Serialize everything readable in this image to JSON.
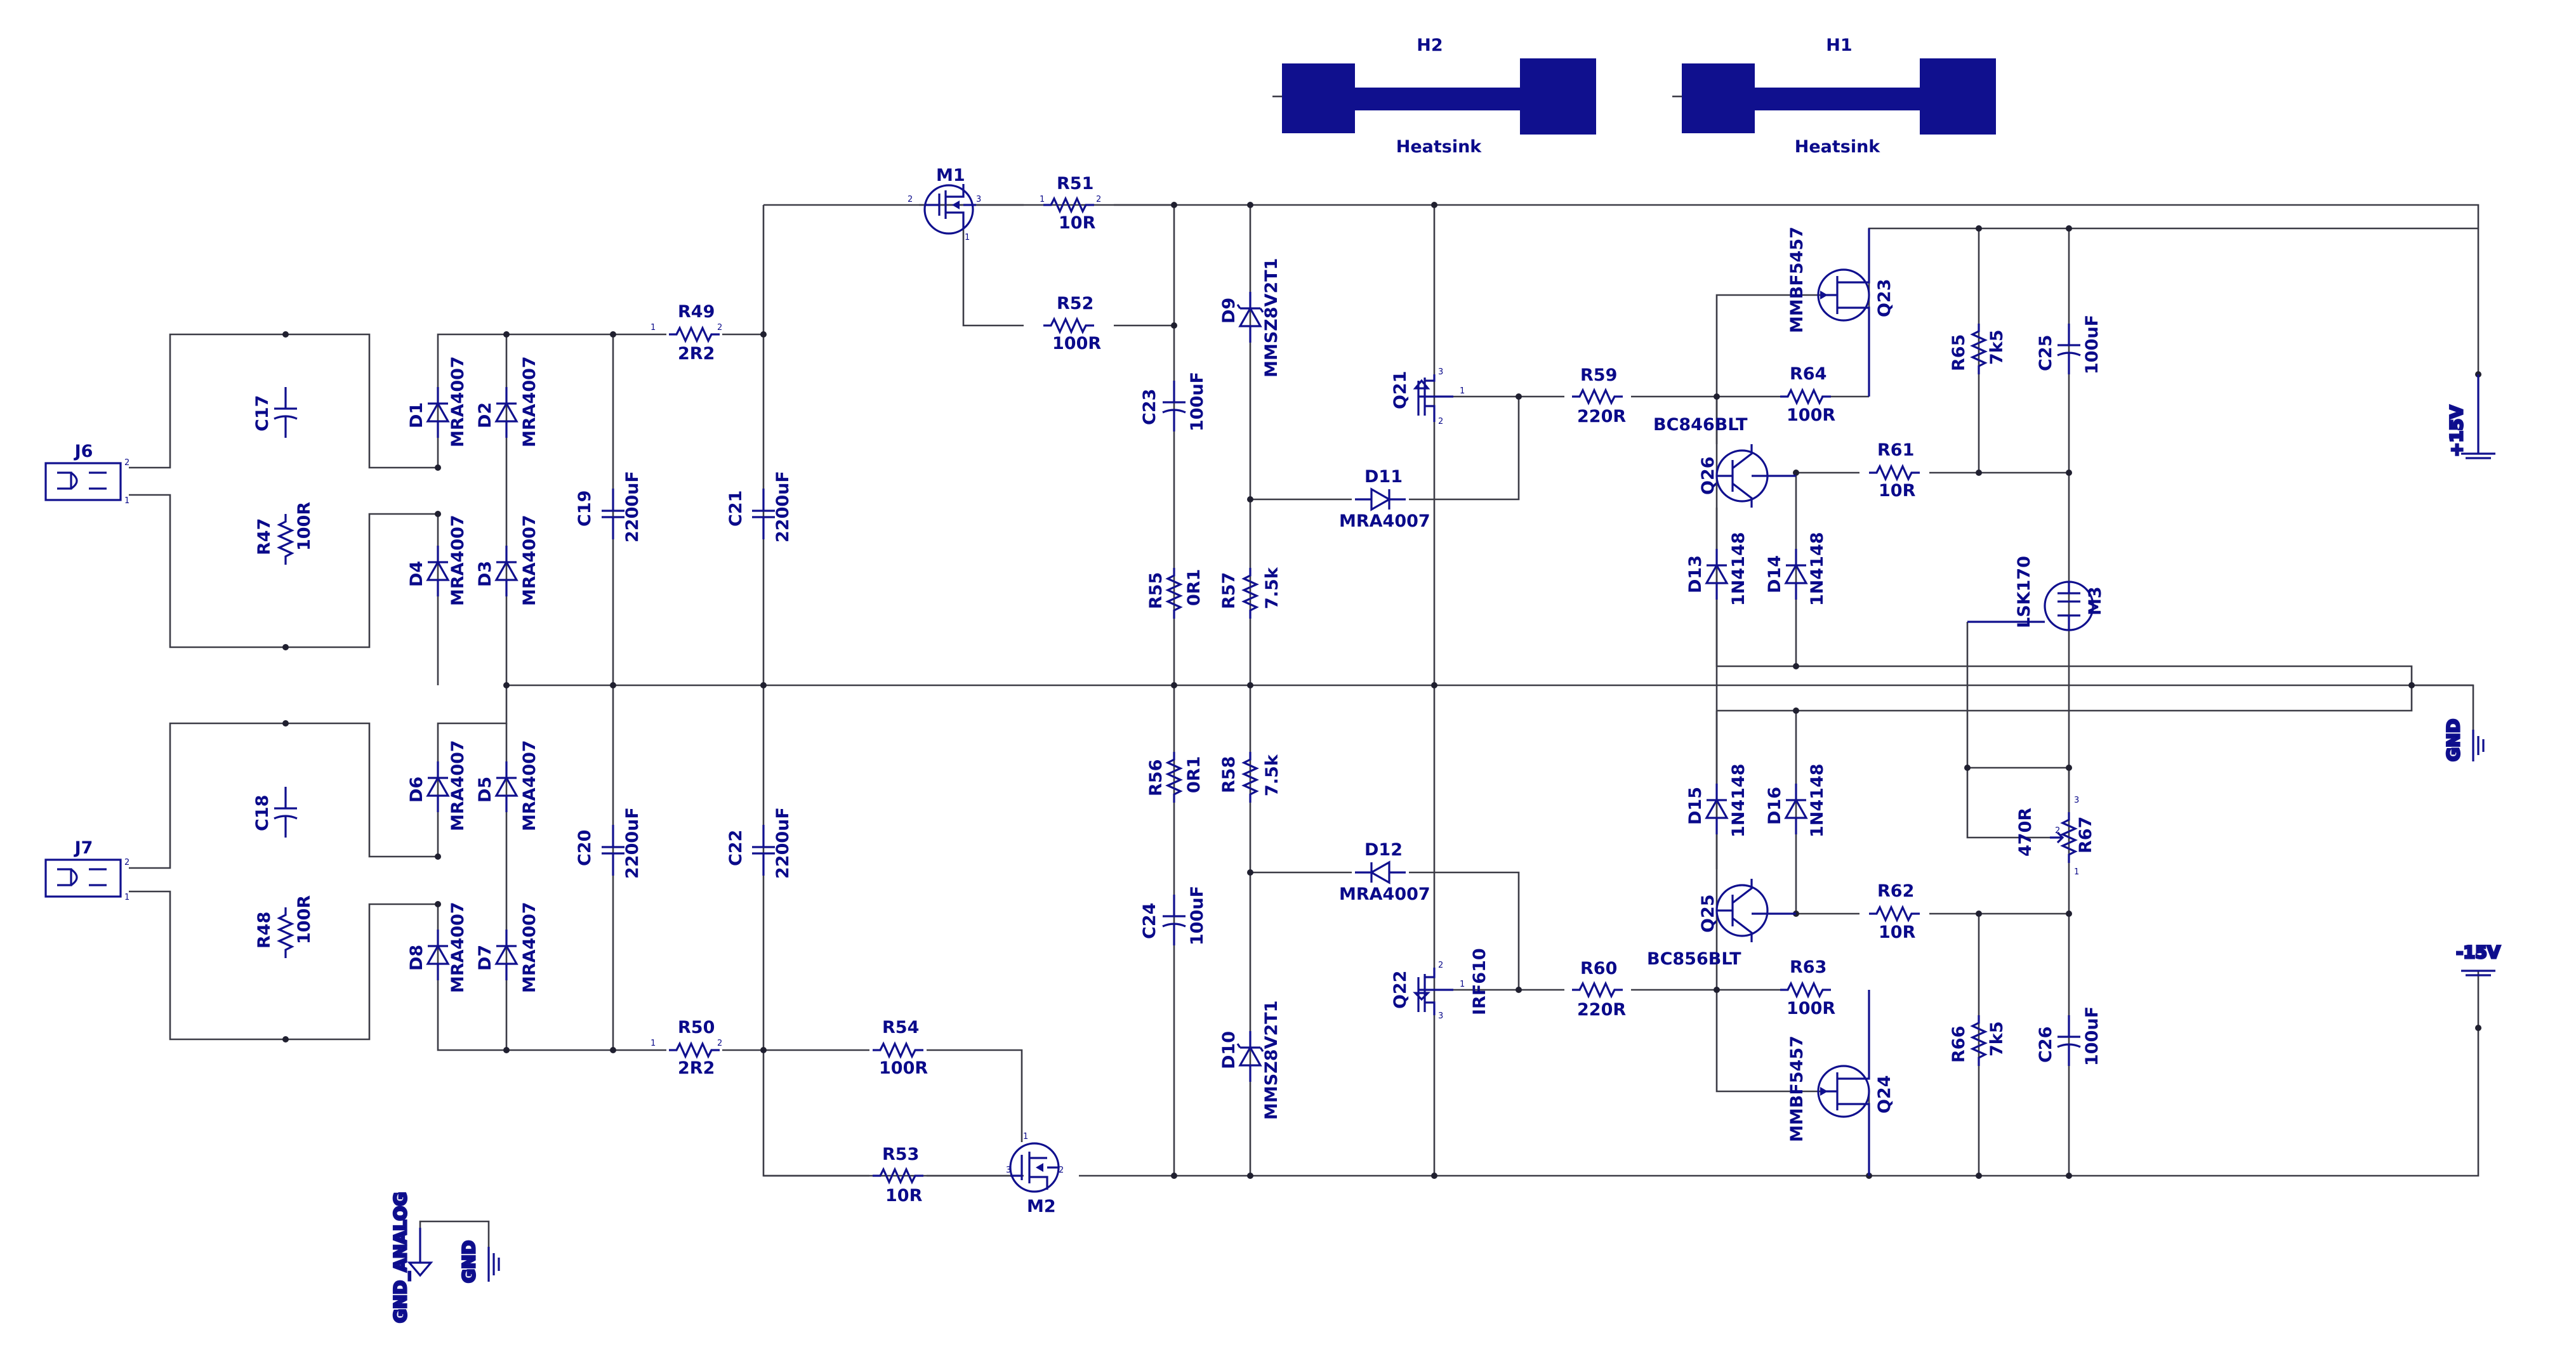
{
  "colors": {
    "wire": "#3c3c46",
    "component": "#10108e",
    "text": "#0a0a8a",
    "background": "#ffffff"
  },
  "heatsinks": [
    {
      "ref": "H2",
      "value": "Heatsink"
    },
    {
      "ref": "H1",
      "value": "Heatsink"
    }
  ],
  "connectors": [
    {
      "ref": "J6"
    },
    {
      "ref": "J7"
    }
  ],
  "resistors": [
    {
      "ref": "R47",
      "value": "100R"
    },
    {
      "ref": "R48",
      "value": "100R"
    },
    {
      "ref": "R49",
      "value": "2R2"
    },
    {
      "ref": "R50",
      "value": "2R2"
    },
    {
      "ref": "R51",
      "value": "10R"
    },
    {
      "ref": "R52",
      "value": "100R"
    },
    {
      "ref": "R53",
      "value": "10R"
    },
    {
      "ref": "R54",
      "value": "100R"
    },
    {
      "ref": "R55",
      "value": "0R1"
    },
    {
      "ref": "R56",
      "value": "0R1"
    },
    {
      "ref": "R57",
      "value": "7.5k"
    },
    {
      "ref": "R58",
      "value": "7.5k"
    },
    {
      "ref": "R59",
      "value": "220R"
    },
    {
      "ref": "R60",
      "value": "220R"
    },
    {
      "ref": "R61",
      "value": "10R"
    },
    {
      "ref": "R62",
      "value": "10R"
    },
    {
      "ref": "R63",
      "value": "100R"
    },
    {
      "ref": "R64",
      "value": "100R"
    },
    {
      "ref": "R65",
      "value": "7k5"
    },
    {
      "ref": "R66",
      "value": "7k5"
    },
    {
      "ref": "R67",
      "value": "470R"
    }
  ],
  "capacitors": [
    {
      "ref": "C17",
      "value": ""
    },
    {
      "ref": "C18",
      "value": ""
    },
    {
      "ref": "C19",
      "value": "2200uF"
    },
    {
      "ref": "C20",
      "value": "2200uF"
    },
    {
      "ref": "C21",
      "value": "2200uF"
    },
    {
      "ref": "C22",
      "value": "2200uF"
    },
    {
      "ref": "C23",
      "value": "100uF"
    },
    {
      "ref": "C24",
      "value": "100uF"
    },
    {
      "ref": "C25",
      "value": "100uF"
    },
    {
      "ref": "C26",
      "value": "100uF"
    }
  ],
  "diodes": [
    {
      "ref": "D1",
      "value": "MRA4007"
    },
    {
      "ref": "D2",
      "value": "MRA4007"
    },
    {
      "ref": "D3",
      "value": "MRA4007"
    },
    {
      "ref": "D4",
      "value": "MRA4007"
    },
    {
      "ref": "D5",
      "value": "MRA4007"
    },
    {
      "ref": "D6",
      "value": "MRA4007"
    },
    {
      "ref": "D7",
      "value": "MRA4007"
    },
    {
      "ref": "D8",
      "value": "MRA4007"
    },
    {
      "ref": "D9",
      "value": "MMSZ8V2T1"
    },
    {
      "ref": "D10",
      "value": "MMSZ8V2T1"
    },
    {
      "ref": "D11",
      "value": "MRA4007"
    },
    {
      "ref": "D12",
      "value": "MRA4007"
    },
    {
      "ref": "D13",
      "value": "1N4148"
    },
    {
      "ref": "D14",
      "value": "1N4148"
    },
    {
      "ref": "D15",
      "value": "1N4148"
    },
    {
      "ref": "D16",
      "value": "1N4148"
    }
  ],
  "transistors": [
    {
      "ref": "M1",
      "value": ""
    },
    {
      "ref": "M2",
      "value": ""
    },
    {
      "ref": "M3",
      "value": "LSK170"
    },
    {
      "ref": "Q21",
      "value": ""
    },
    {
      "ref": "Q22",
      "value": "IRF610"
    },
    {
      "ref": "Q23",
      "value": "MMBF5457"
    },
    {
      "ref": "Q24",
      "value": "MMBF5457"
    },
    {
      "ref": "Q25",
      "value": "BC856BLT"
    },
    {
      "ref": "Q26",
      "value": "BC846BLT"
    }
  ],
  "power_ports": [
    {
      "label": "+15V"
    },
    {
      "label": "-15V"
    },
    {
      "label": "GND"
    },
    {
      "label": "GND_ANALOG"
    },
    {
      "label": "GND"
    }
  ],
  "pins": {
    "p1": "1",
    "p2": "2",
    "p3": "3"
  }
}
